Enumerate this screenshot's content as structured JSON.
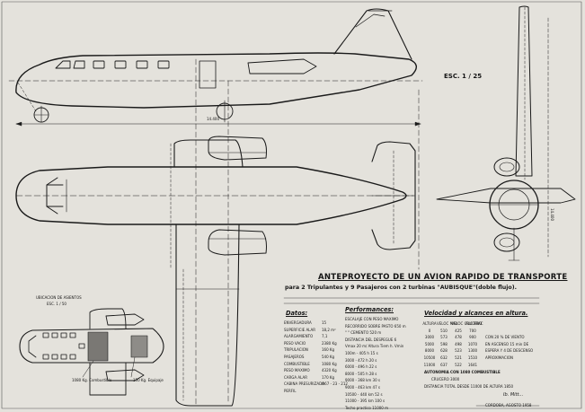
{
  "drawing": {
    "scale": "ESC. 1 / 25",
    "title": "ANTEPROYECTO DE UN AVION RAPIDO DE TRANSPORTE",
    "subtitle": "para 2 Tripulantes y 9 Pasajeros con 2 turbinas \"AUBISQUE\"(doble flujo).",
    "length_dim": "14.400",
    "span_dim": "14.400",
    "seating_label_1": "UBICACION DE ASIENTOS",
    "seating_label_2": "ESC. 1 / 50",
    "fuel_label": "1080 Kg. Combustible",
    "baggage_label": "150 Kg. Equipaje",
    "signature": "Ib. Mitt...",
    "place_date": "CORDOBA, AGOSTO 1958"
  },
  "datos": {
    "heading": "Datos:",
    "labels": [
      "ENVERGADURA",
      "SUPERFICIE ALAR",
      "ALARGAMIENTO",
      "PESO VACIO",
      "TRIPULACION",
      "PASAJEROS",
      "COMBUSTIBLE",
      "PESO MAXIMO",
      "CARGA ALAR",
      "CABINA PRESURIZADA",
      "PERFIL"
    ],
    "values": [
      "15",
      "18,2 m²",
      "7,1",
      "2380 Kg",
      "160 Kg",
      "540 Kg",
      "1080 Kg",
      "4320 Kg",
      "170 Kg",
      "",
      "O67 - 23 - 212"
    ]
  },
  "performances": {
    "heading": "Performances:",
    "rows": [
      "ESCALAJE CON PESO MAXIMO",
      "RECORRIDO SOBRE PASTO  650 m",
      "\"   \" CEMENTO  520 m",
      "DISTANCIA DEL DESPEGUE 6",
      "Vmax 20 m/ Altura   Tiem   h. Vmin",
      "100m   -      405 h  15 s",
      "3000   -      472 h  20 s",
      "6000   -      496 h  22 s",
      "8000   -      505 h  28 s",
      "9000   -      368 km  30 s",
      "9000   -      463 km  47 s",
      "10500  -      440 km  52 s",
      "11000  -      395 km 100 s",
      "Techo practico 11000 m"
    ]
  },
  "velocidad": {
    "heading": "Velocidad y alcances en altura.",
    "headers": [
      "ALTURA",
      "VELOC MAX",
      "VELOC CRUCERO",
      "ALC.PRAC"
    ],
    "rows": [
      [
        "0",
        "510",
        "425",
        "700"
      ],
      [
        "3000",
        "573",
        "478",
        "900"
      ],
      [
        "5000",
        "598",
        "498",
        "1070"
      ],
      [
        "8000",
        "628",
        "523",
        "1300"
      ],
      [
        "10500",
        "632",
        "521",
        "1510"
      ],
      [
        "11000",
        "637",
        "522",
        "1641"
      ]
    ],
    "note_lines": [
      "CON 20 % DE VIENTO",
      "EN ASCENSO 15 min DE",
      "ESPERA Y 4 DE DESCENSO",
      "APROXIMACION"
    ],
    "fuel_heading": "AUTONOMIA CON 1080 COMBUSTIBLE",
    "fuel_lines": [
      "CRUCERO 3000",
      "DISTANCIA TOTAL DESDE 11000 DE ALTURA 1850"
    ]
  }
}
